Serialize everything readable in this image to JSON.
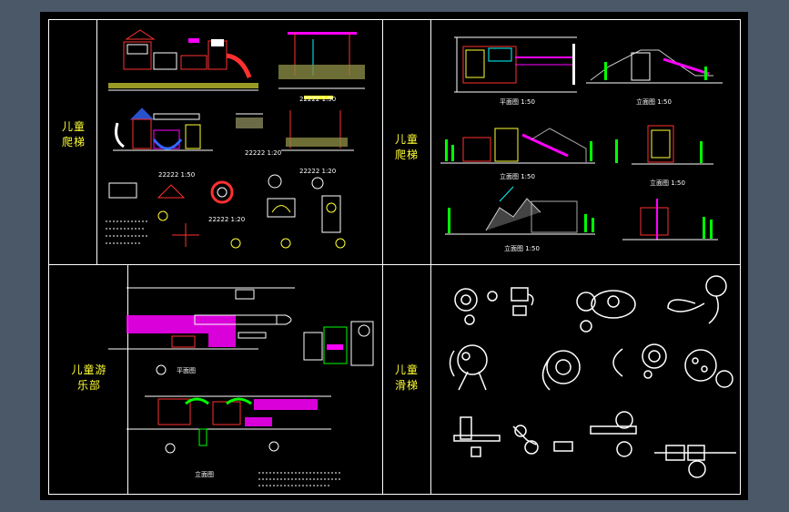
{
  "sheet": {
    "quadrants": [
      {
        "id": "top-left",
        "label_lines": [
          "儿童",
          "爬梯"
        ]
      },
      {
        "id": "top-right",
        "label_lines": [
          "儿童",
          "爬梯"
        ]
      },
      {
        "id": "bottom-left",
        "label_lines": [
          "儿童游",
          "乐部"
        ]
      },
      {
        "id": "bottom-right",
        "label_lines": [
          "儿童",
          "滑梯"
        ]
      }
    ],
    "drawing_labels": {
      "tl_scale_1": "22222 1:50",
      "tl_scale_2": "22222 1:50",
      "tl_scale_3": "22222 1:20",
      "tl_scale_4": "22222 1:20",
      "tl_scale_5": "22222 1:20",
      "tr_plan": "平面图 1:50",
      "tr_elev_1": "立面图 1:50",
      "tr_elev_2": "立面图 1:50",
      "tr_elev_3": "立面图 1:50",
      "tr_elev_4": "立面图 1:50",
      "bl_plan": "平面图",
      "bl_elev": "立面图"
    },
    "colors": {
      "background": "#000000",
      "frame": "#ffffff",
      "label": "#ffff33",
      "accent_magenta": "#ff00ff",
      "accent_cyan": "#00ffff",
      "accent_green": "#00ff00",
      "accent_red": "#ff3030"
    }
  }
}
